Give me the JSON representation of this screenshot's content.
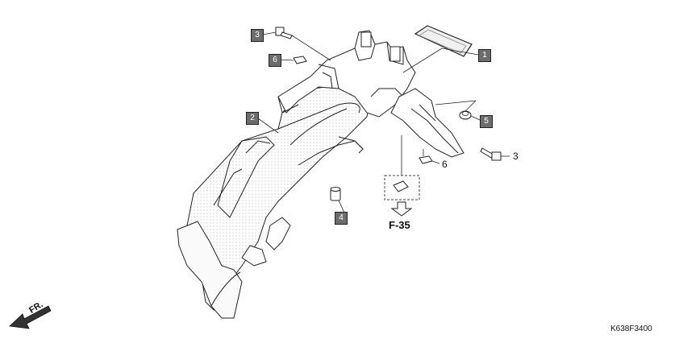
{
  "diagram": {
    "callouts_boxed": [
      {
        "id": "c3a",
        "text": "3"
      },
      {
        "id": "c6a",
        "text": "6"
      },
      {
        "id": "c1",
        "text": "1"
      },
      {
        "id": "c2",
        "text": "2"
      },
      {
        "id": "c5",
        "text": "5"
      },
      {
        "id": "c4",
        "text": "4"
      }
    ],
    "callouts_plain": [
      {
        "id": "p3",
        "text": "3"
      },
      {
        "id": "p6",
        "text": "6"
      }
    ],
    "reference": "F-35",
    "direction": "FR.",
    "part_code": "K638F3400"
  }
}
